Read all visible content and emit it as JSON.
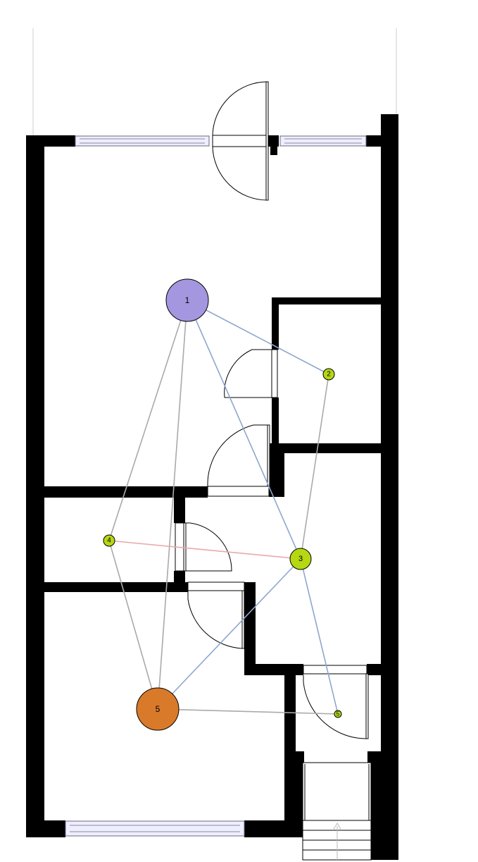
{
  "colors": {
    "edge_gray": "#aaaaaa",
    "edge_blue": "#8da7cc",
    "edge_pink": "#e8aaaa",
    "node_lavender": "#a596e0",
    "node_lime": "#b5d813",
    "node_orange": "#d97a2a",
    "wall": "#000000",
    "window_glass": "#eeeeff"
  },
  "graph": {
    "nodes": [
      {
        "id": "n1",
        "label": "1",
        "color": "#a596e0",
        "size": "large"
      },
      {
        "id": "n2",
        "label": "2",
        "color": "#b5d813",
        "size": "small"
      },
      {
        "id": "n3",
        "label": "3",
        "color": "#b5d813",
        "size": "medium"
      },
      {
        "id": "n4",
        "label": "4",
        "color": "#b5d813",
        "size": "small"
      },
      {
        "id": "n5",
        "label": "5",
        "color": "#d97a2a",
        "size": "large"
      },
      {
        "id": "n6",
        "label": "5",
        "color": "#b5d813",
        "size": "tiny"
      }
    ],
    "edges": [
      {
        "from": "n1",
        "to": "n2",
        "color": "#8da7cc"
      },
      {
        "from": "n1",
        "to": "n3",
        "color": "#8da7cc"
      },
      {
        "from": "n1",
        "to": "n4",
        "color": "#aaaaaa"
      },
      {
        "from": "n1",
        "to": "n5",
        "color": "#aaaaaa"
      },
      {
        "from": "n2",
        "to": "n3",
        "color": "#aaaaaa"
      },
      {
        "from": "n3",
        "to": "n4",
        "color": "#e8aaaa"
      },
      {
        "from": "n3",
        "to": "n5",
        "color": "#8da7cc"
      },
      {
        "from": "n3",
        "to": "n6",
        "color": "#8da7cc"
      },
      {
        "from": "n4",
        "to": "n5",
        "color": "#aaaaaa"
      },
      {
        "from": "n5",
        "to": "n6",
        "color": "#aaaaaa"
      }
    ]
  }
}
